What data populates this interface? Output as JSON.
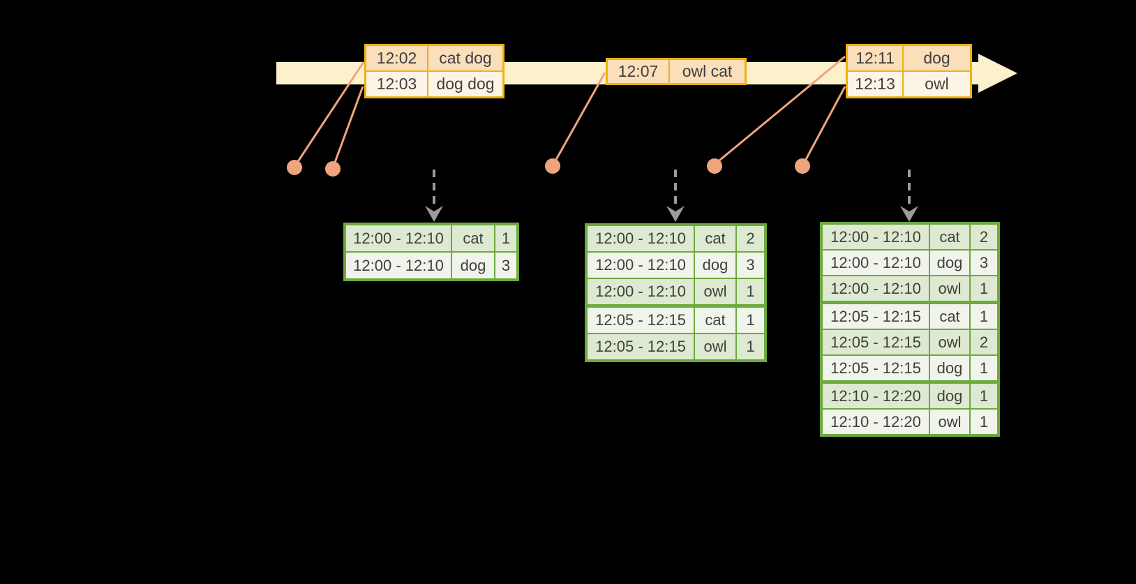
{
  "colors": {
    "background": "#000000",
    "timeline_band": "#fcf1cb",
    "event_border": "#eeb211",
    "event_row_dark": "#fbdeba",
    "event_row_light": "#fdf4e5",
    "marker": "#f0a47b",
    "trigger_arrow": "#9b9b9b",
    "result_border": "#6caa3e",
    "result_row_dark": "#dde9d0",
    "result_row_light": "#f0f4ea",
    "text": "#3f3f3f"
  },
  "timeline": {
    "event_tables": [
      {
        "rows": [
          {
            "time": "12:02",
            "words": "cat dog"
          },
          {
            "time": "12:03",
            "words": "dog dog"
          }
        ]
      },
      {
        "rows": [
          {
            "time": "12:07",
            "words": "owl cat"
          }
        ]
      },
      {
        "rows": [
          {
            "time": "12:11",
            "words": "dog"
          },
          {
            "time": "12:13",
            "words": "owl"
          }
        ]
      }
    ]
  },
  "result_tables": [
    {
      "rows": [
        {
          "window": "12:00 - 12:10",
          "word": "cat",
          "count": "1"
        },
        {
          "window": "12:00 - 12:10",
          "word": "dog",
          "count": "3"
        }
      ],
      "group_breaks": []
    },
    {
      "rows": [
        {
          "window": "12:00 - 12:10",
          "word": "cat",
          "count": "2"
        },
        {
          "window": "12:00 - 12:10",
          "word": "dog",
          "count": "3"
        },
        {
          "window": "12:00 - 12:10",
          "word": "owl",
          "count": "1"
        },
        {
          "window": "12:05 - 12:15",
          "word": "cat",
          "count": "1"
        },
        {
          "window": "12:05 - 12:15",
          "word": "owl",
          "count": "1"
        }
      ],
      "group_breaks": [
        3
      ]
    },
    {
      "rows": [
        {
          "window": "12:00 - 12:10",
          "word": "cat",
          "count": "2"
        },
        {
          "window": "12:00 - 12:10",
          "word": "dog",
          "count": "3"
        },
        {
          "window": "12:00 - 12:10",
          "word": "owl",
          "count": "1"
        },
        {
          "window": "12:05 - 12:15",
          "word": "cat",
          "count": "1"
        },
        {
          "window": "12:05 - 12:15",
          "word": "owl",
          "count": "2"
        },
        {
          "window": "12:05 - 12:15",
          "word": "dog",
          "count": "1"
        },
        {
          "window": "12:10 - 12:20",
          "word": "dog",
          "count": "1"
        },
        {
          "window": "12:10 - 12:20",
          "word": "owl",
          "count": "1"
        }
      ],
      "group_breaks": [
        3,
        6
      ]
    }
  ]
}
